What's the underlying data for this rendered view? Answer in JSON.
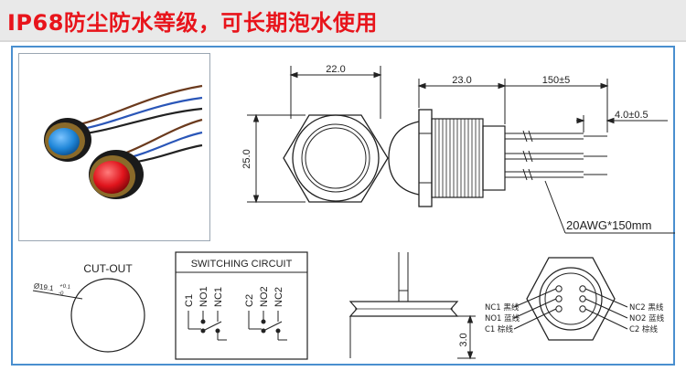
{
  "banner": {
    "title": "IP68防尘防水等级，可长期泡水使用"
  },
  "dimensions": {
    "width": "22.0",
    "height": "25.0",
    "body_length": "23.0",
    "wire_length": "150±5",
    "strip_length": "4.0±0.5",
    "wire_spec": "20AWG*150mm",
    "panel_thickness": "3.0"
  },
  "cutout": {
    "title": "CUT-OUT",
    "diameter": "Ø19.1",
    "tol_plus": "+0.1",
    "tol_minus": "-0"
  },
  "switching": {
    "title": "SWITCHING CIRCUIT",
    "group1": [
      "C1",
      "NO1",
      "NC1"
    ],
    "group2": [
      "C2",
      "NO2",
      "NC2"
    ]
  },
  "pins": {
    "left": [
      "NC1 黑线",
      "NO1 蓝线",
      "C1 棕线"
    ],
    "right": [
      "NC2 黑线",
      "NO2 蓝线",
      "C2 棕线"
    ]
  },
  "colors": {
    "banner_text": "#e8141b",
    "frame": "#4a8fcf",
    "cap_blue": "#1f86d8",
    "cap_red": "#e0141c"
  }
}
